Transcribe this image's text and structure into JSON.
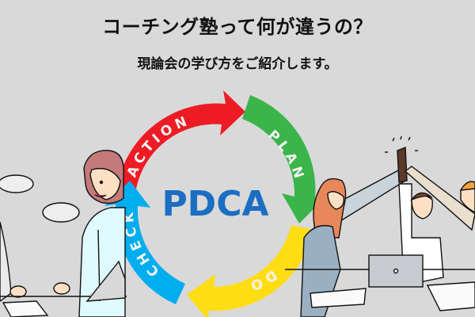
{
  "header": {
    "title": "コーチング塾って何が違うの？",
    "subtitle": "現論会の学び方をご紹介します。"
  },
  "cycle": {
    "center_label": "PDCA",
    "center_color": "#1b6ec2",
    "segments": [
      {
        "label": "PLAN",
        "color": "#3bb54a"
      },
      {
        "label": "DO",
        "color": "#ffdd15"
      },
      {
        "label": "CHECK",
        "color": "#00aeef"
      },
      {
        "label": "ACTION",
        "color": "#ed1c24"
      }
    ]
  },
  "illustrations": {
    "left": "woman-at-laptop-talking",
    "right": "team-high-five"
  },
  "background_color": "#d9d9d9"
}
